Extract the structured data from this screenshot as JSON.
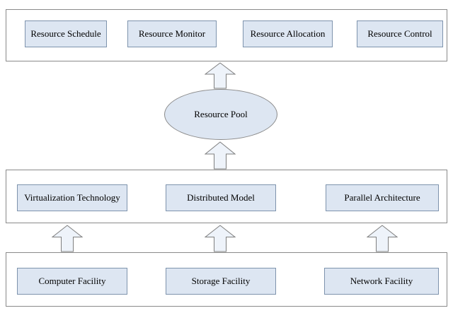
{
  "nodes": {
    "top": [
      "Resource Schedule",
      "Resource Monitor",
      "Resource Allocation",
      "Resource Control"
    ],
    "pool": "Resource Pool",
    "middle": [
      "Virtualization Technology",
      "Distributed Model",
      "Parallel Architecture"
    ],
    "bottom": [
      "Computer Facility",
      "Storage Facility",
      "Network Facility"
    ]
  },
  "colors": {
    "box_fill": "#dde6f2",
    "box_border": "#7e93ad",
    "container_border": "#8a8a8a",
    "arrow_fill": "#eef3fa",
    "arrow_border": "#7f7f7f"
  }
}
